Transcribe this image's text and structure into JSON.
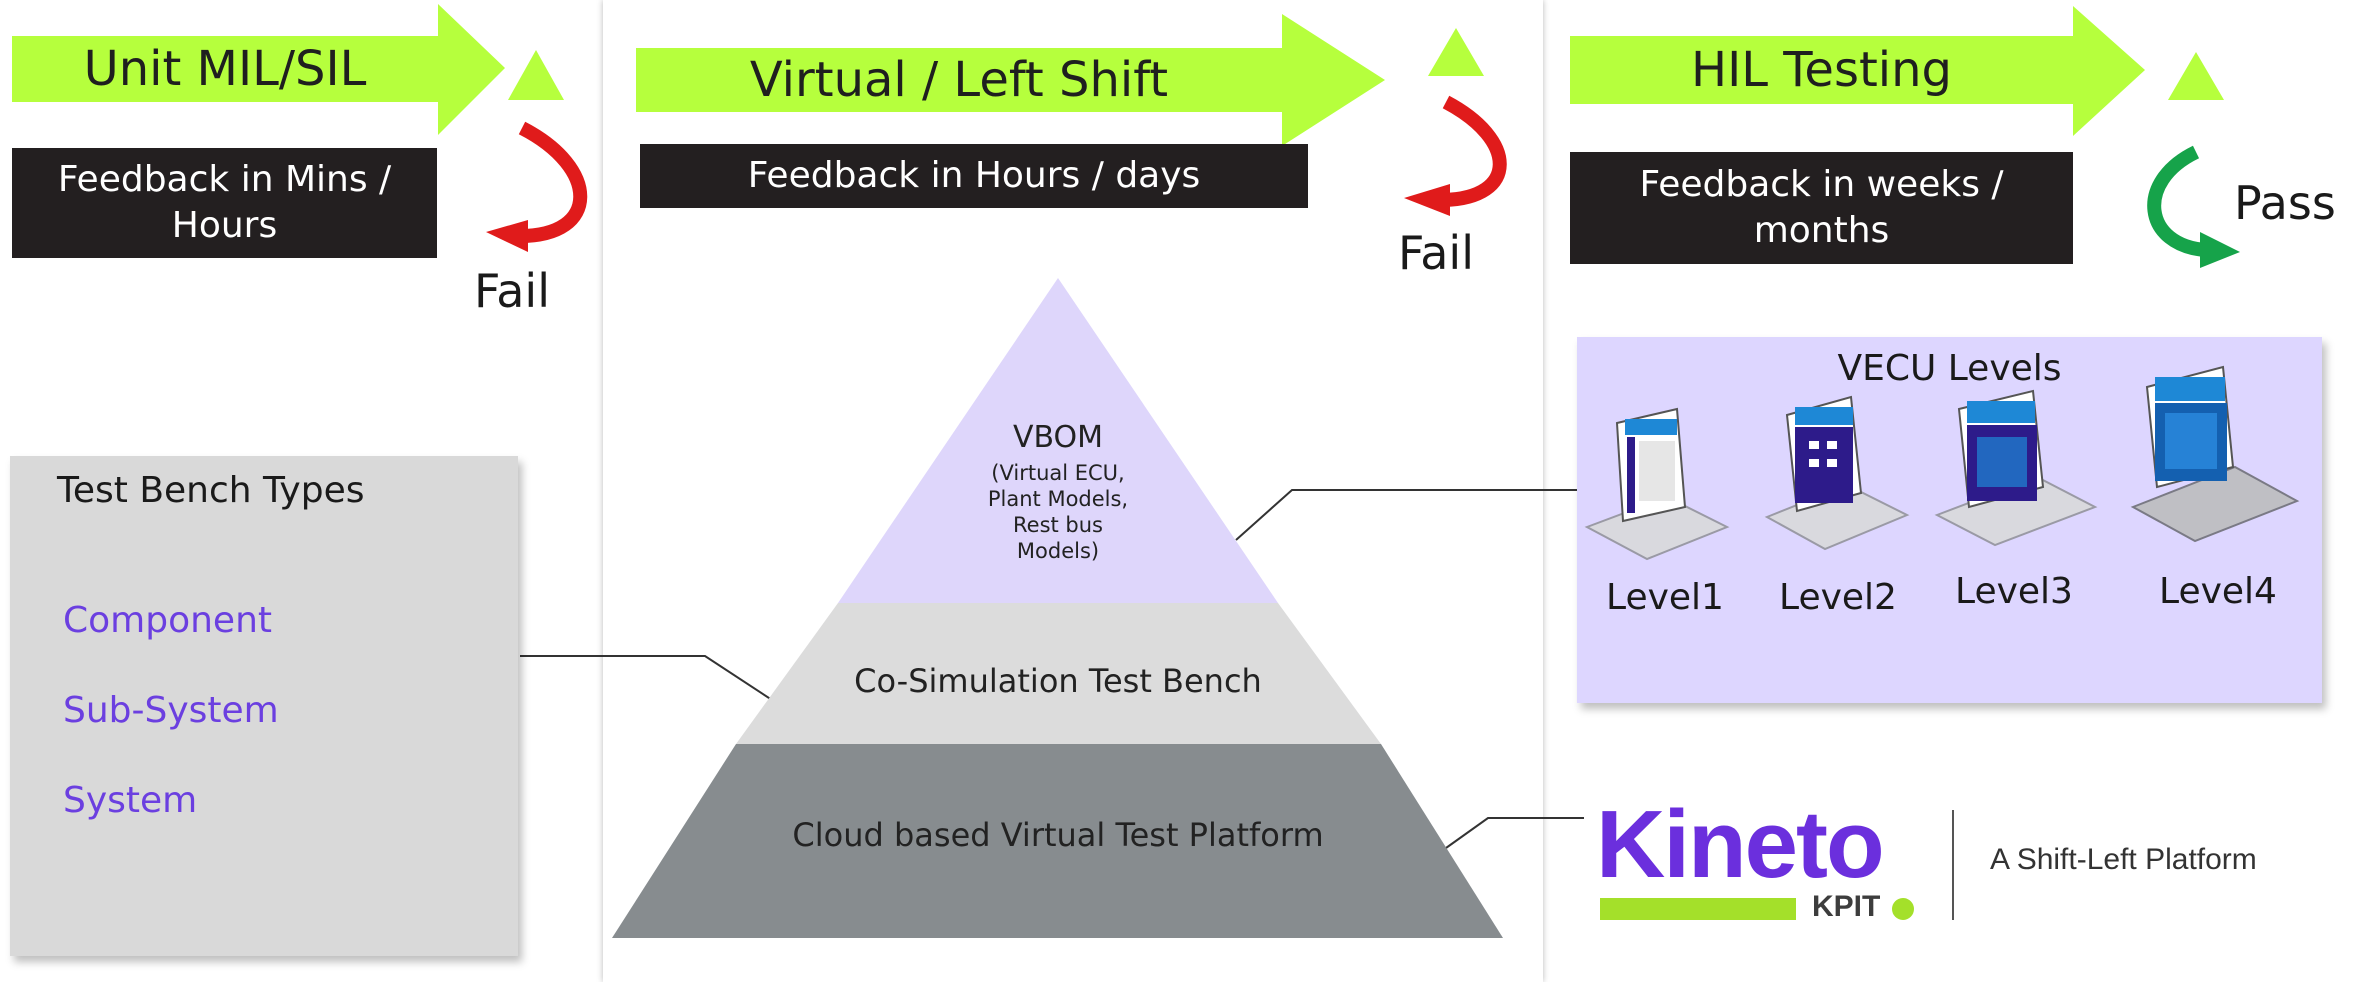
{
  "stages": [
    {
      "title": "Unit MIL/SIL",
      "feedback": "Feedback in Mins / Hours",
      "result": "Fail"
    },
    {
      "title": "Virtual / Left Shift",
      "feedback": "Feedback in Hours / days",
      "result": "Fail"
    },
    {
      "title": "HIL Testing",
      "feedback": "Feedback in weeks / months",
      "result": "Pass"
    }
  ],
  "test_bench": {
    "title": "Test Bench Types",
    "items": [
      "Component",
      "Sub-System",
      "System"
    ]
  },
  "pyramid": {
    "top_title": "VBOM",
    "top_detail": [
      "(Virtual ECU,",
      "Plant Models,",
      "Rest bus",
      "Models)"
    ],
    "middle": "Co-Simulation Test Bench",
    "bottom": "Cloud based Virtual Test Platform"
  },
  "vecu": {
    "title": "VECU Levels",
    "levels": [
      "Level1",
      "Level2",
      "Level3",
      "Level4"
    ]
  },
  "kineto": {
    "name": "Kineto",
    "brand": "KPIT",
    "tagline": "A Shift-Left Platform"
  },
  "colors": {
    "arrow_green": "#b6ff3d",
    "fail_red": "#e01b1b",
    "pass_green": "#16a34a",
    "accent_purple": "#6b3fe0",
    "vbom_fill": "#ded6fb",
    "cosim_fill": "#dcdcdc",
    "cloud_fill": "#878c8f"
  }
}
